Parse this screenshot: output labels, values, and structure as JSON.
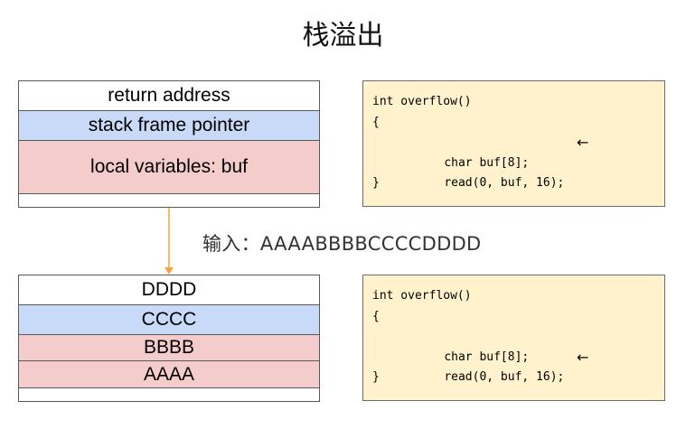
{
  "title": "栈溢出",
  "before": {
    "stack_cells": [
      {
        "label": "return address",
        "color": "#ffffff"
      },
      {
        "label": "stack frame pointer",
        "color": "#c9daf8"
      },
      {
        "label": "local variables: buf",
        "color": "#f4cccc"
      },
      {
        "label": "",
        "color": "#ffffff"
      }
    ],
    "code_lines": [
      "int overflow()",
      "{",
      "char buf[8];",
      "read(0, buf, 16);",
      "}"
    ],
    "pointer_line": 2,
    "pointer_glyph": "←"
  },
  "input_label": "输入：AAAABBBBCCCCDDDD",
  "after": {
    "stack_cells": [
      {
        "label": "DDDD",
        "color": "#ffffff"
      },
      {
        "label": "CCCC",
        "color": "#c9daf8"
      },
      {
        "label": "BBBB",
        "color": "#f4cccc"
      },
      {
        "label": "AAAA",
        "color": "#f4cccc"
      },
      {
        "label": "",
        "color": "#ffffff"
      }
    ],
    "code_lines": [
      "int overflow()",
      "{",
      "char buf[8];",
      "read(0, buf, 16);",
      "}"
    ],
    "pointer_line": 3,
    "pointer_glyph": "←"
  },
  "colors": {
    "connector": "#f4a43a",
    "code_bg": "#fff2cc",
    "frame_pointer": "#c9daf8",
    "local_vars": "#f4cccc"
  }
}
